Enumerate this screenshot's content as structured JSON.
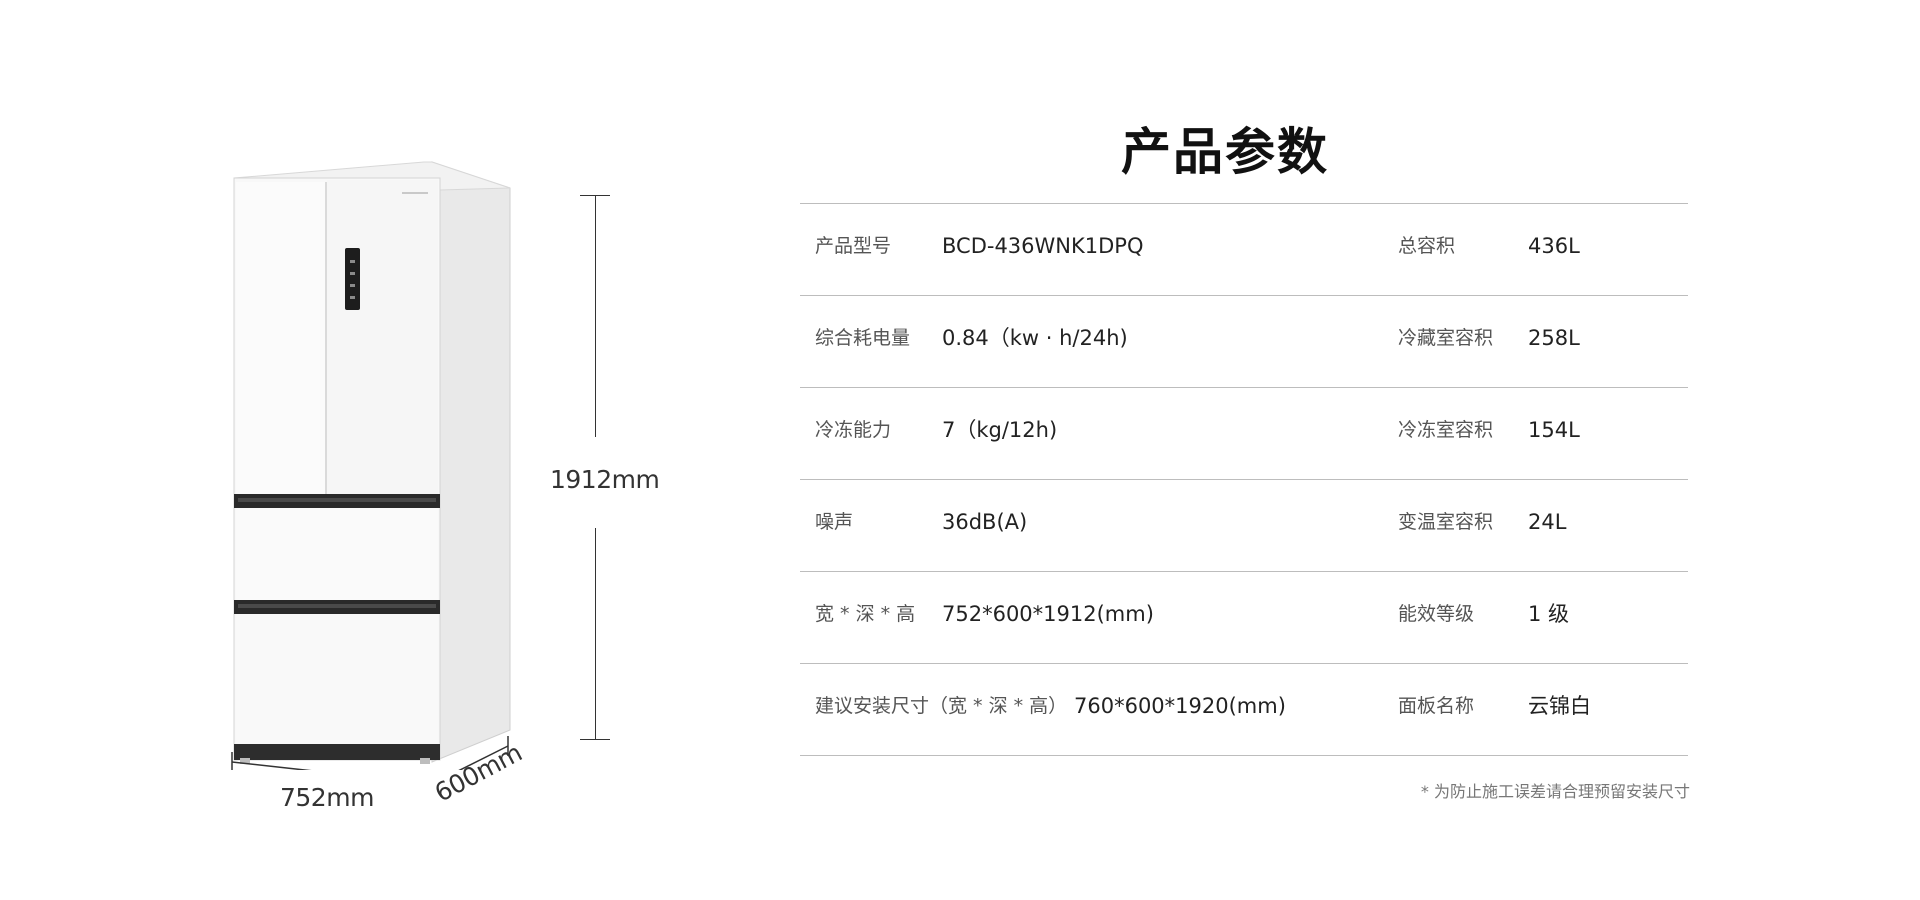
{
  "dimensions": {
    "height": "1912mm",
    "width": "752mm",
    "depth": "600mm"
  },
  "title": "产品参数",
  "specs": [
    {
      "label_left": "产品型号",
      "value_left": "BCD-436WNK1DPQ",
      "label_right": "总容积",
      "value_right": "436L"
    },
    {
      "label_left": "综合耗电量",
      "value_left": "0.84（kw · h/24h)",
      "label_right": "冷藏室容积",
      "value_right": "258L"
    },
    {
      "label_left": "冷冻能力",
      "value_left": "7（kg/12h)",
      "label_right": "冷冻室容积",
      "value_right": "154L"
    },
    {
      "label_left": "噪声",
      "value_left": "36dB(A)",
      "label_right": "变温室容积",
      "value_right": "24L"
    },
    {
      "label_left": "宽 * 深 * 高",
      "value_left": "752*600*1912(mm)",
      "label_right": "能效等级",
      "value_right": "1 级"
    },
    {
      "label_left": "建议安装尺寸（宽 * 深 * 高）",
      "value_left": "760*600*1920(mm)",
      "label_right": "面板名称",
      "value_right": "云锦白"
    }
  ],
  "footnote": "* 为防止施工误差请合理预留安装尺寸",
  "colors": {
    "divider": "#bdbdbd",
    "fridge_body": "#f7f7f7",
    "drawer_handle": "#2a2a2a"
  }
}
